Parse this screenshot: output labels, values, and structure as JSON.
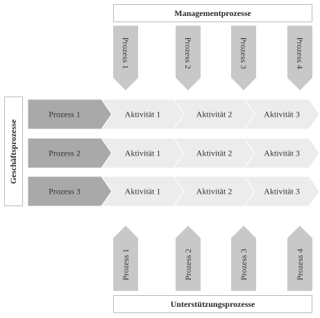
{
  "management": {
    "title": "Managementprozesse",
    "processes": [
      "Prozess 1",
      "Prozess 2",
      "Prozess 3",
      "Prozess 4"
    ]
  },
  "support": {
    "title": "Unterstützungsprozesse",
    "processes": [
      "Prozess 1",
      "Prozess 2",
      "Prozess 3",
      "Prozess 4"
    ]
  },
  "business": {
    "title": "Geschäftsprozesse",
    "rows": [
      {
        "process": "Prozess 1",
        "activities": [
          "Aktivität 1",
          "Aktivität 2",
          "Aktivität 3"
        ]
      },
      {
        "process": "Prozess 2",
        "activities": [
          "Aktivität 1",
          "Aktivität 2",
          "Aktivität 3"
        ]
      },
      {
        "process": "Prozess 3",
        "activities": [
          "Aktivität 1",
          "Aktivität 2",
          "Aktivität 3"
        ]
      }
    ]
  },
  "colors": {
    "process_fill": "#a9a9a9",
    "vertical_arrow_fill": "#c8c8c8",
    "activity_fill": "#ececec",
    "box_border": "#b8b8b8",
    "text": "#333333"
  }
}
